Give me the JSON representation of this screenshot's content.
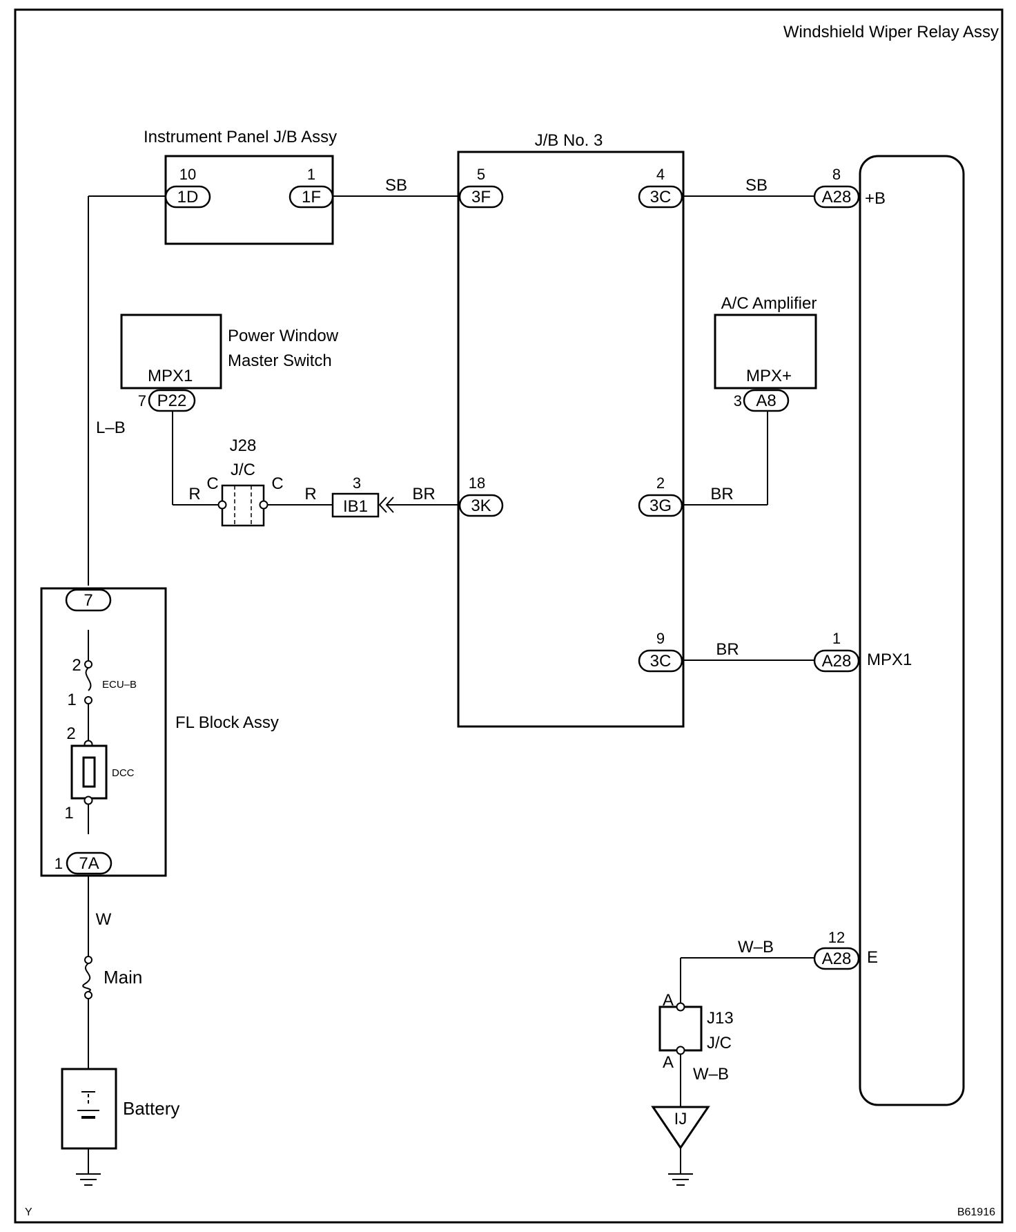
{
  "title": "Windshield Wiper Relay Assy",
  "footer": {
    "left": "Y",
    "right": "B61916"
  },
  "components": {
    "ipjb": "Instrument Panel J/B Assy",
    "jb3": "J/B No. 3",
    "pwms_line1": "Power Window",
    "pwms_line2": "Master Switch",
    "pwms_pin": "MPX1",
    "ac": "A/C Amplifier",
    "ac_pin": "MPX+",
    "fl": "FL Block Assy",
    "battery": "Battery",
    "main_fuse": "Main",
    "ecub": "ECU–B",
    "dcc": "DCC",
    "j28": "J28",
    "j28_jc": "J/C",
    "j13": "J13",
    "j13_jc": "J/C",
    "ij": "IJ",
    "relay_b": "+B",
    "relay_mpx1": "MPX1",
    "relay_e": "E"
  },
  "connectors": {
    "c_1d": "1D",
    "c_1f": "1F",
    "c_3f": "3F",
    "c_3c_top": "3C",
    "c_a28_top": "A28",
    "c_p22": "P22",
    "c_a8": "A8",
    "c_ib1": "IB1",
    "c_3k": "3K",
    "c_3g": "3G",
    "c_3c_mid": "3C",
    "c_a28_mid": "A28",
    "c_7": "7",
    "c_7a": "7A",
    "c_a28_bot": "A28"
  },
  "pins": {
    "p_1d": "10",
    "p_1f": "1",
    "p_3f": "5",
    "p_3c_top": "4",
    "p_a28_top": "8",
    "p_p22": "7",
    "p_a8": "3",
    "p_ib1": "3",
    "p_3k": "18",
    "p_3g": "2",
    "p_3c_mid": "9",
    "p_a28_mid": "1",
    "p_a28_bot": "12",
    "p_7a": "1",
    "ecub_2": "2",
    "ecub_1": "1",
    "dcc_2": "2",
    "dcc_1": "1",
    "j28_c_left": "C",
    "j28_c_right": "C",
    "j13_a_top": "A",
    "j13_a_bot": "A"
  },
  "wires": {
    "w_sb_left": "SB",
    "w_sb_right": "SB",
    "w_lb": "L–B",
    "w_r_left": "R",
    "w_r_right": "R",
    "w_br_ib1": "BR",
    "w_br_ac": "BR",
    "w_br_mpx1": "BR",
    "w_w": "W",
    "w_wb_top": "W–B",
    "w_wb_bot": "W–B"
  }
}
